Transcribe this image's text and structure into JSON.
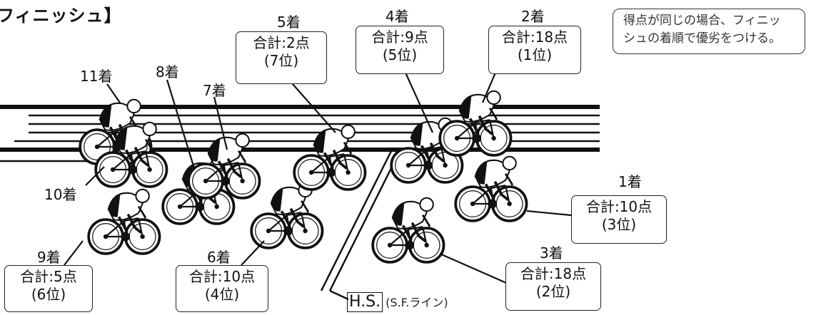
{
  "title": "フィニッシュ】",
  "note": {
    "line1": "得点が同じの場合、フィニッ",
    "line2": "シュの着順で優劣をつける。"
  },
  "places": {
    "p1": "1着",
    "p2": "2着",
    "p3": "3着",
    "p4": "4着",
    "p5": "5着",
    "p6": "6着",
    "p7": "7着",
    "p8": "8着",
    "p9": "9着",
    "p10": "10着",
    "p11": "11着"
  },
  "boxes": {
    "b5": {
      "total": "合計:2点",
      "rank": "(7位)"
    },
    "b4": {
      "total": "合計:9点",
      "rank": "(5位)"
    },
    "b2": {
      "total": "合計:18点",
      "rank": "(1位)"
    },
    "b1": {
      "total": "合計:10点",
      "rank": "(3位)"
    },
    "b3": {
      "total": "合計:18点",
      "rank": "(2位)"
    },
    "b6": {
      "total": "合計:10点",
      "rank": "(4位)"
    },
    "b9": {
      "total": "合計:5点",
      "rank": "(6位)"
    }
  },
  "finish_line": {
    "label": "H.S.",
    "sub": "(S.F.ライン)"
  }
}
